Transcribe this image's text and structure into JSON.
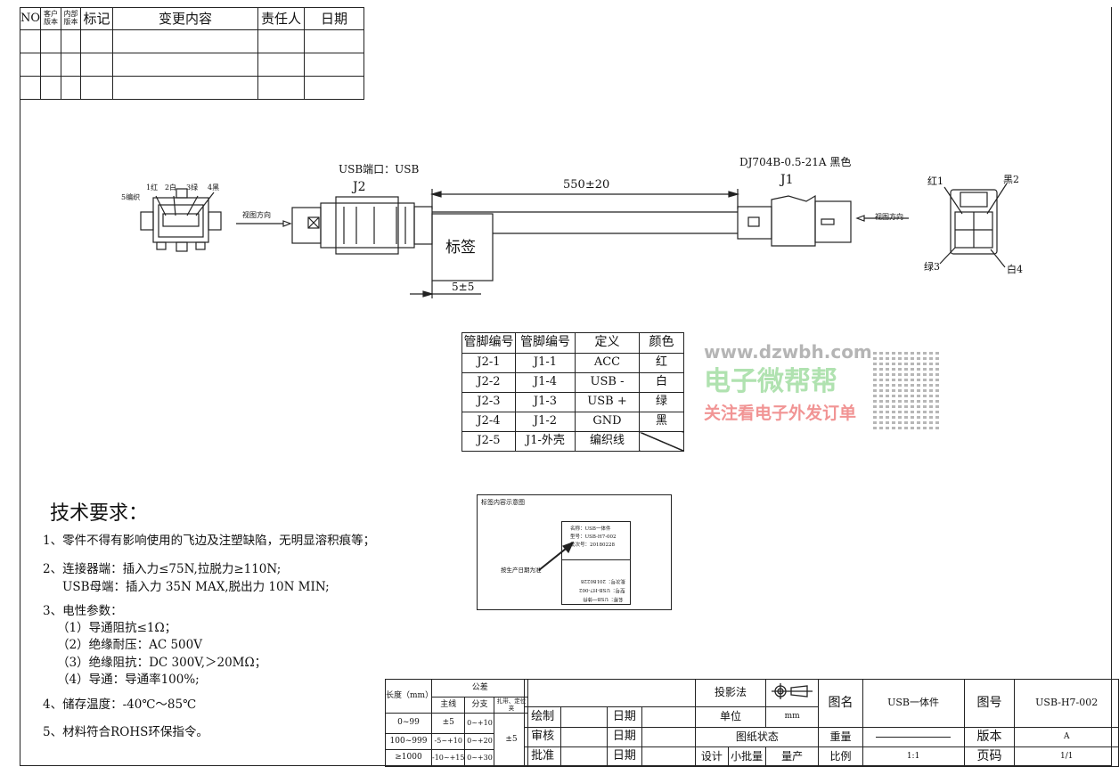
{
  "revision_table": {
    "headers": [
      "NO",
      "客户版本",
      "内部版本",
      "标记",
      "变更内容",
      "责任人",
      "日期"
    ],
    "rows": 3
  },
  "drawing": {
    "j2_title": "USB端口：USB",
    "j2_label": "J2",
    "j2_pins": [
      "5编织",
      "1红",
      "2白",
      "3绿",
      "4黑"
    ],
    "view_direction": "视图方向",
    "length_dim": "550±20",
    "label_box": "标签",
    "label_offset_dim": "5±5",
    "j1_title": "DJ704B-0.5-21A 黑色",
    "j1_label": "J1",
    "j1_pins": [
      "红1",
      "黑2",
      "绿3",
      "白4"
    ]
  },
  "pin_table": {
    "headers": [
      "管脚编号",
      "管脚编号",
      "定义",
      "颜色"
    ],
    "rows": [
      [
        "J2-1",
        "J1-1",
        "ACC",
        "红"
      ],
      [
        "J2-2",
        "J1-4",
        "USB -",
        "白"
      ],
      [
        "J2-3",
        "J1-3",
        "USB +",
        "绿"
      ],
      [
        "J2-4",
        "J1-2",
        "GND",
        "黑"
      ],
      [
        "J2-5",
        "J1-外壳",
        "编织线",
        ""
      ]
    ]
  },
  "watermark": {
    "url": "www.dzwbh.com",
    "brand": "电子微帮帮",
    "slogan": "关注看电子外发订单"
  },
  "tech_requirements": {
    "title": "技术要求：",
    "lines": [
      "1、零件不得有影响使用的飞边及注塑缺陷，无明显溶积痕等；",
      "2、连接器端：插入力≤75N,拉脱力≥110N;",
      "USB母端：插入力 35N MAX,脱出力 10N MIN;",
      "3、电性参数：",
      "（1）导通阻抗≤1Ω；",
      "（2）绝缘耐压：AC 500V",
      "（3）绝缘阻抗：DC 300V,＞20MΩ；",
      "（4）导通：导通率100%;",
      "4、储存温度：-40℃～85℃",
      "5、材料符合ROHS环保指令。"
    ]
  },
  "label_sample": {
    "title": "标签内容示意图",
    "lines": [
      "名称：USB一体件",
      "型号：USB-H7-002",
      "批次号：20180228"
    ],
    "pointer_note": "按生产日期为准",
    "rotated_lines": [
      "批次号：20180228",
      "型号：USB-H7-002",
      "名称：USB一体件"
    ]
  },
  "tolerance": {
    "length_header": "长度（mm）",
    "tol_header": "公差",
    "sub": [
      "主线",
      "分支",
      "扎带、定位夹"
    ],
    "rows": [
      [
        "0~99",
        "±5",
        "0~+10"
      ],
      [
        "100~999",
        "-5~+10",
        "0~+20"
      ],
      [
        "≥1000",
        "-10~+15",
        "0~+30"
      ]
    ],
    "clip": "±5"
  },
  "title_block": {
    "draw": "绘制",
    "check": "审核",
    "approve": "批准",
    "date": "日期",
    "projection": "投影法",
    "unit_label": "单位",
    "unit": "mm",
    "status": "图纸状态",
    "stages": [
      "设计",
      "小批量",
      "量产"
    ],
    "name_label": "图名",
    "name": "USB一体件",
    "weight_label": "重量",
    "scale_label": "比例",
    "scale": "1:1",
    "number_label": "图号",
    "number": "USB-H7-002",
    "version_label": "版本",
    "version": "A",
    "page_label": "页码",
    "page": "1/1"
  }
}
